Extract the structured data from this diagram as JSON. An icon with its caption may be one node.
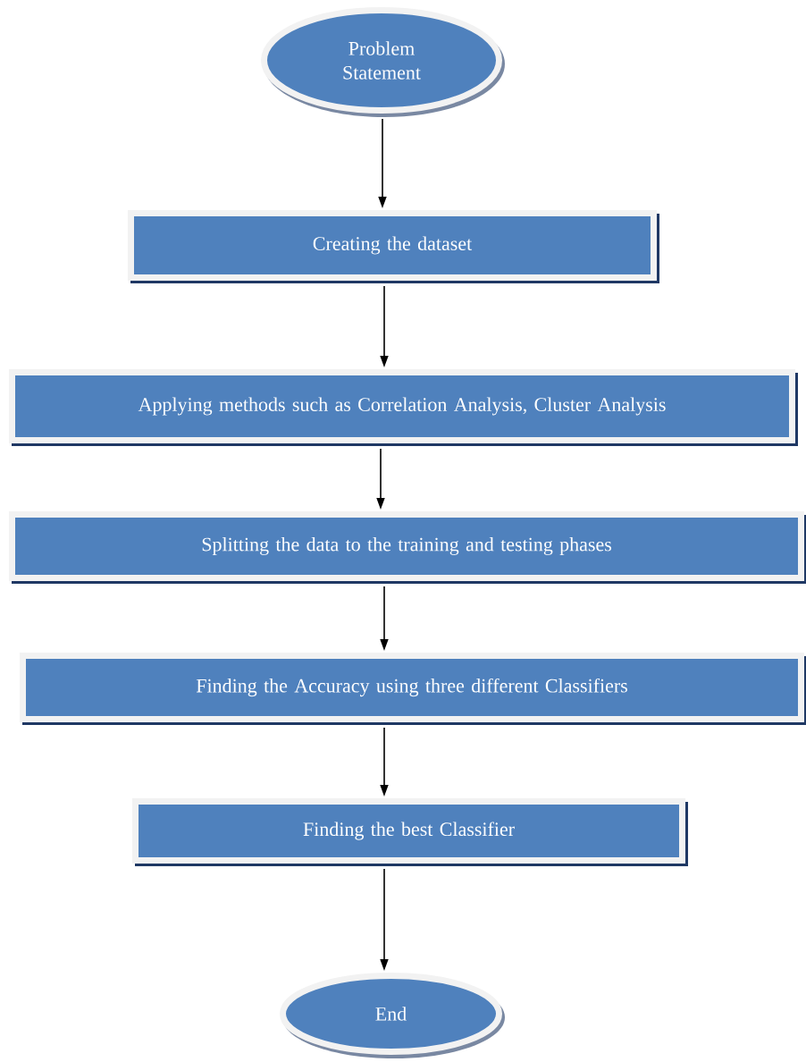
{
  "diagram": {
    "nodes": [
      {
        "text": [
          "Problem Statement"
        ]
      },
      {
        "text": [
          "Creating the dataset"
        ]
      },
      {
        "text": [
          "Applying methods such as Correlation Analysis, Cluster Analysis"
        ]
      },
      {
        "text": [
          "Splitting the data to the training and testing phases"
        ]
      },
      {
        "text": [
          "Finding the Accuracy using three  different Classifiers"
        ]
      },
      {
        "text": [
          "Finding the best Classifier"
        ]
      },
      {
        "text": [
          "End"
        ]
      }
    ],
    "edges": [
      {
        "from": 0,
        "to": 1,
        "arrow": "to"
      },
      {
        "from": 1,
        "to": 2,
        "arrow": "to"
      },
      {
        "from": 2,
        "to": 3,
        "arrow": "to"
      },
      {
        "from": 3,
        "to": 4,
        "arrow": "to"
      },
      {
        "from": 4,
        "to": 5,
        "arrow": "to"
      },
      {
        "from": 5,
        "to": 6,
        "arrow": "to"
      }
    ]
  }
}
